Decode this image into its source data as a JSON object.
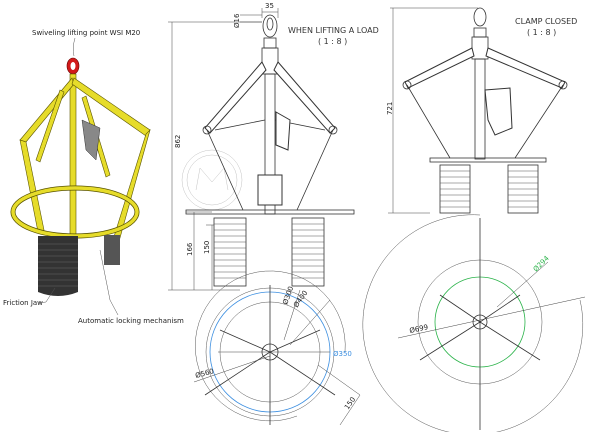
{
  "iso_view": {
    "label_lifting_point": "Swiveling lifting point WSI M20",
    "label_friction_jaw": "Friction Jaw",
    "label_locking": "Automatic locking mechanism"
  },
  "lifting_view": {
    "title": "WHEN LIFTING A LOAD",
    "scale": "( 1 : 8 )",
    "dim_eye_width": "35",
    "dim_eye_dia": "Ø16",
    "dim_height": "862",
    "dim_jaw_1": "166",
    "dim_jaw_2": "150"
  },
  "closed_view": {
    "title": "CLAMP CLOSED",
    "scale": "( 1 : 8 )",
    "dim_height": "721"
  },
  "plan_lifting": {
    "dim_300": "Ø300",
    "dim_400": "Ø400",
    "dim_350": "Ø350",
    "dim_560": "Ø560",
    "dim_150": "150"
  },
  "plan_closed": {
    "dim_699": "Ø699",
    "dim_294": "Ø294"
  },
  "colors": {
    "blue_dim": "#3b8ee0",
    "green_dim": "#2bb34a",
    "yellow_frame": "#e6dc2a",
    "red_eye": "#d21a1a"
  }
}
